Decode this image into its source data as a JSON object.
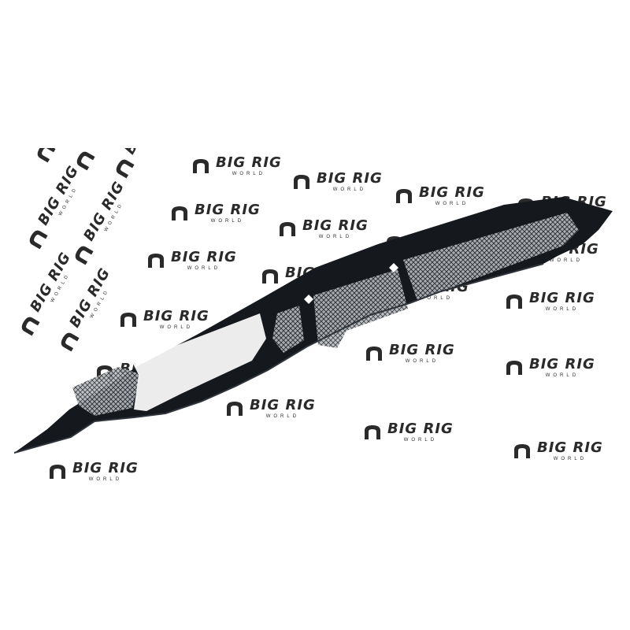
{
  "watermark": {
    "brand_text": "BIG RIG",
    "sub_text": "WORLD",
    "logo_icon": "big-rig-world-logo-icon",
    "text_color": "#2a2a2a"
  },
  "product": {
    "description_icon": "black-grille-insert-with-mesh-panels",
    "frame_color": "#15181c",
    "mesh_color": "#9a9ea3"
  }
}
